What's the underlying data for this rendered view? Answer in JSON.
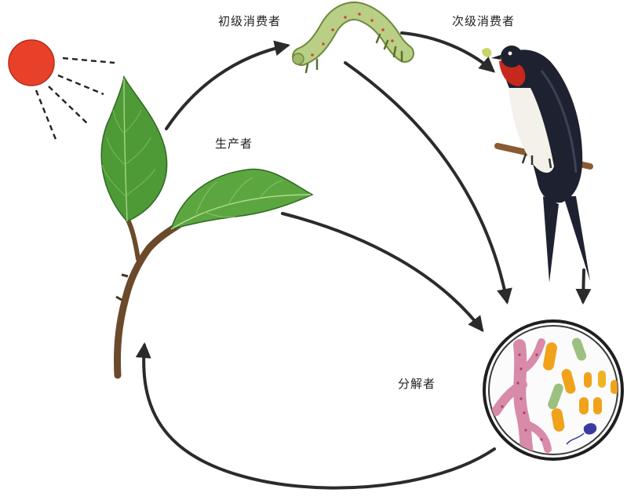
{
  "labels": {
    "primary_consumer": "初级消费者",
    "secondary_consumer": "次级消费者",
    "producer": "生产者",
    "decomposer": "分解者"
  },
  "colors": {
    "sun": "#e8412a",
    "arrow": "#2b2b2b",
    "leaf": "#4e9a37",
    "stem": "#6b4a2b",
    "caterpillar": "#b9cf86",
    "bird_back": "#1e2230",
    "bird_throat": "#c8271d",
    "decomposer_circle": "#ffffff"
  },
  "icons": {
    "sun": "sun-icon",
    "plant": "plant-icon",
    "caterpillar": "caterpillar-icon",
    "bird": "swallow-bird-icon",
    "microbes": "microbes-icon"
  }
}
